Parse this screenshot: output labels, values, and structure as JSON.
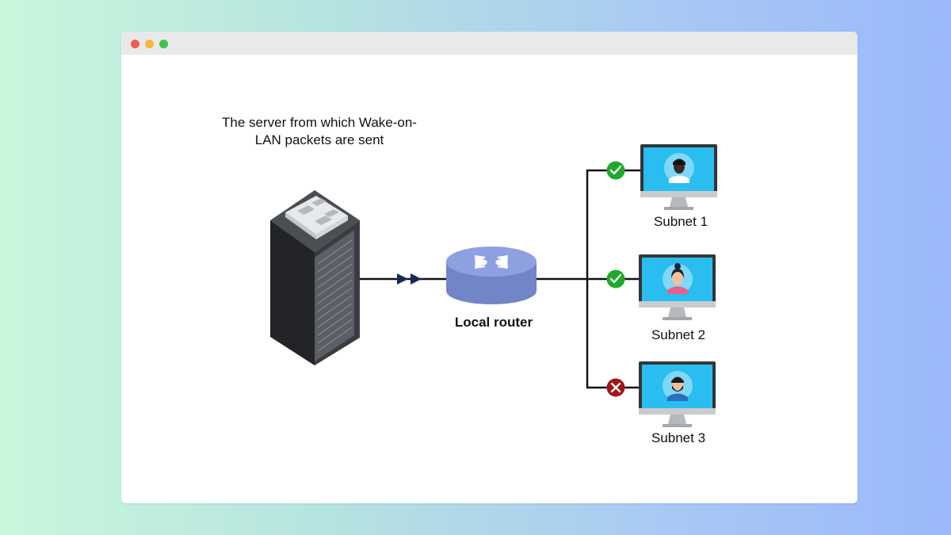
{
  "window": {
    "controls": [
      "close",
      "minimize",
      "maximize"
    ]
  },
  "diagram": {
    "server_caption": "The server from which Wake-on-LAN packets are sent",
    "router_label": "Local router",
    "subnets": [
      {
        "label": "Subnet 1",
        "status": "success",
        "status_icon": "check-icon"
      },
      {
        "label": "Subnet 2",
        "status": "success",
        "status_icon": "check-icon"
      },
      {
        "label": "Subnet 3",
        "status": "failure",
        "status_icon": "cross-icon"
      }
    ],
    "colors": {
      "success": "#1fa82b",
      "failure": "#a01818",
      "router": "#7f8fd1",
      "server": "#2f3135",
      "screen": "#29bdf0",
      "line": "#111111",
      "arrow": "#152a55"
    }
  }
}
